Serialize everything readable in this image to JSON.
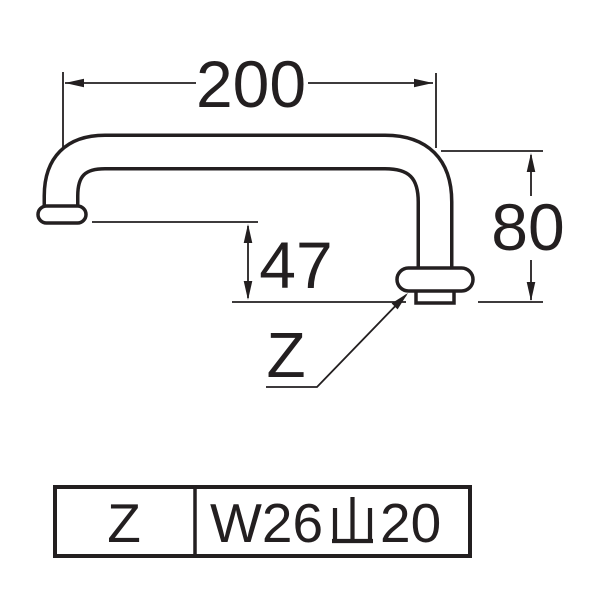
{
  "drawing": {
    "background_color": "#ffffff",
    "line_color": "#231f20",
    "dimensions": {
      "top_width": "200",
      "right_height": "80",
      "spout_drop": "47"
    },
    "labels": {
      "connection_point": "Z"
    }
  },
  "spec_table": {
    "mark_label": "Z",
    "thread_spec": "W26山20",
    "thread_spec_render": {
      "before": "W26",
      "cjk_glyph": "山",
      "after": "20"
    }
  }
}
